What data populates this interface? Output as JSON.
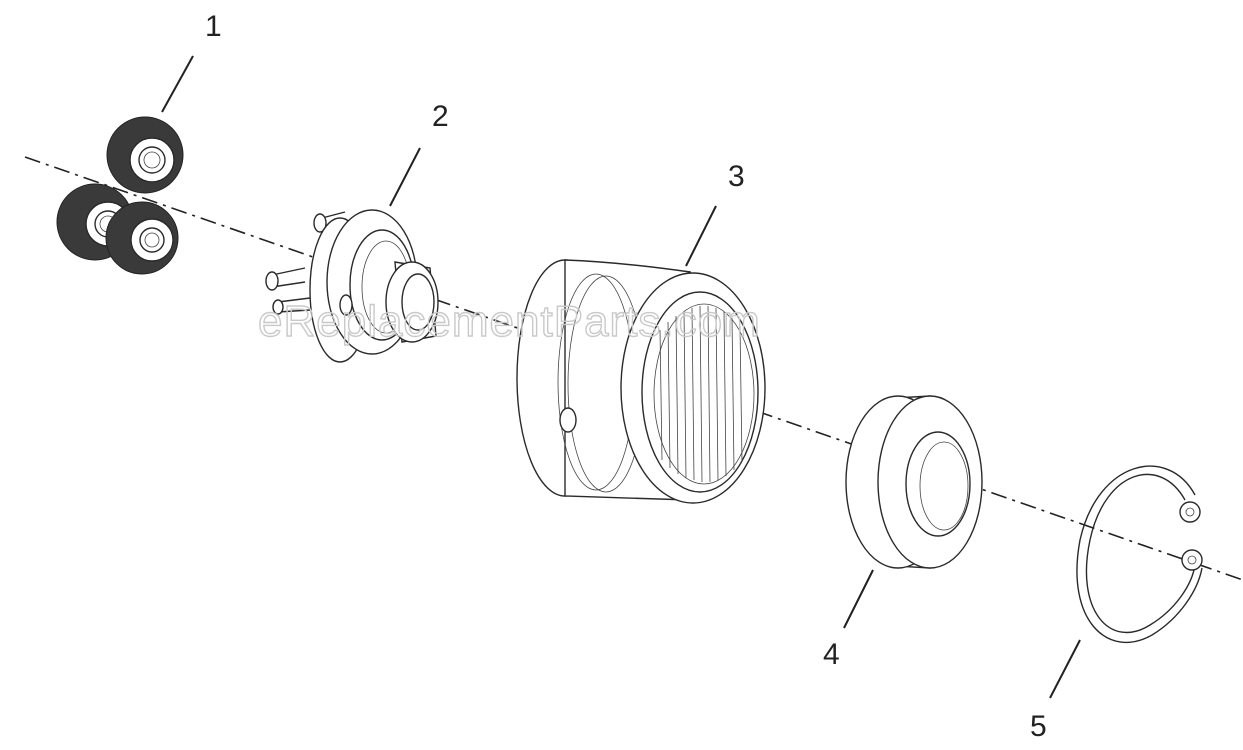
{
  "watermark": "eReplacementParts.com",
  "callouts": [
    {
      "label": "1",
      "part": "planet-gears"
    },
    {
      "label": "2",
      "part": "planet-carrier"
    },
    {
      "label": "3",
      "part": "ring-gear-housing"
    },
    {
      "label": "4",
      "part": "washer"
    },
    {
      "label": "5",
      "part": "retaining-ring"
    }
  ],
  "colors": {
    "line": "#2a2a2a",
    "background": "#ffffff",
    "watermark": "#c9c9c9"
  }
}
